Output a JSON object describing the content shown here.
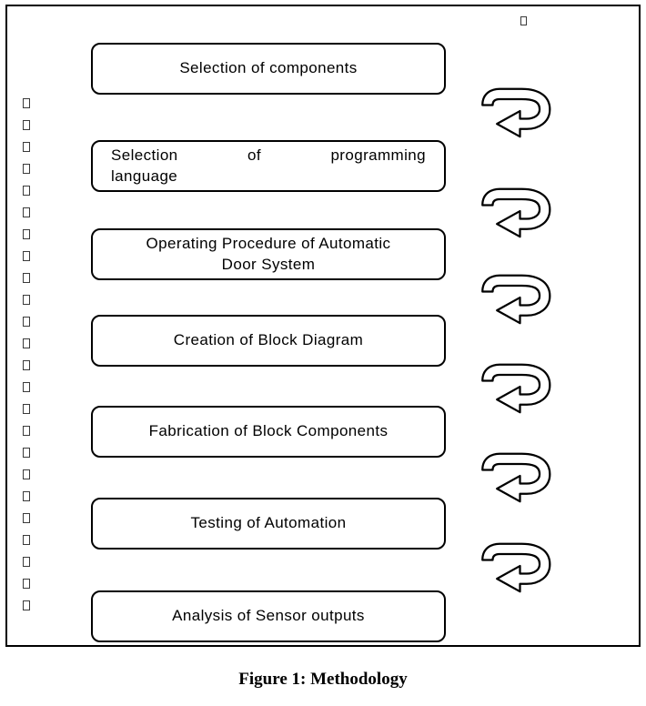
{
  "figure": {
    "caption": "Figure 1: Methodology"
  },
  "flowchart": {
    "steps": [
      {
        "lines": [
          "Selection of components"
        ]
      },
      {
        "lines": [
          "Selection of programming",
          "language"
        ]
      },
      {
        "lines": [
          "Operating Procedure of Automatic",
          "Door System"
        ]
      },
      {
        "lines": [
          "Creation of Block Diagram"
        ]
      },
      {
        "lines": [
          "Fabrication of Block Components"
        ]
      },
      {
        "lines": [
          "Testing of Automation"
        ]
      },
      {
        "lines": [
          "Analysis of Sensor outputs"
        ]
      }
    ],
    "arrow_icon": "curved-arrow",
    "colors": {
      "box_border": "#000000",
      "box_fill": "#ffffff",
      "text": "#000000",
      "frame_border": "#000000"
    }
  }
}
